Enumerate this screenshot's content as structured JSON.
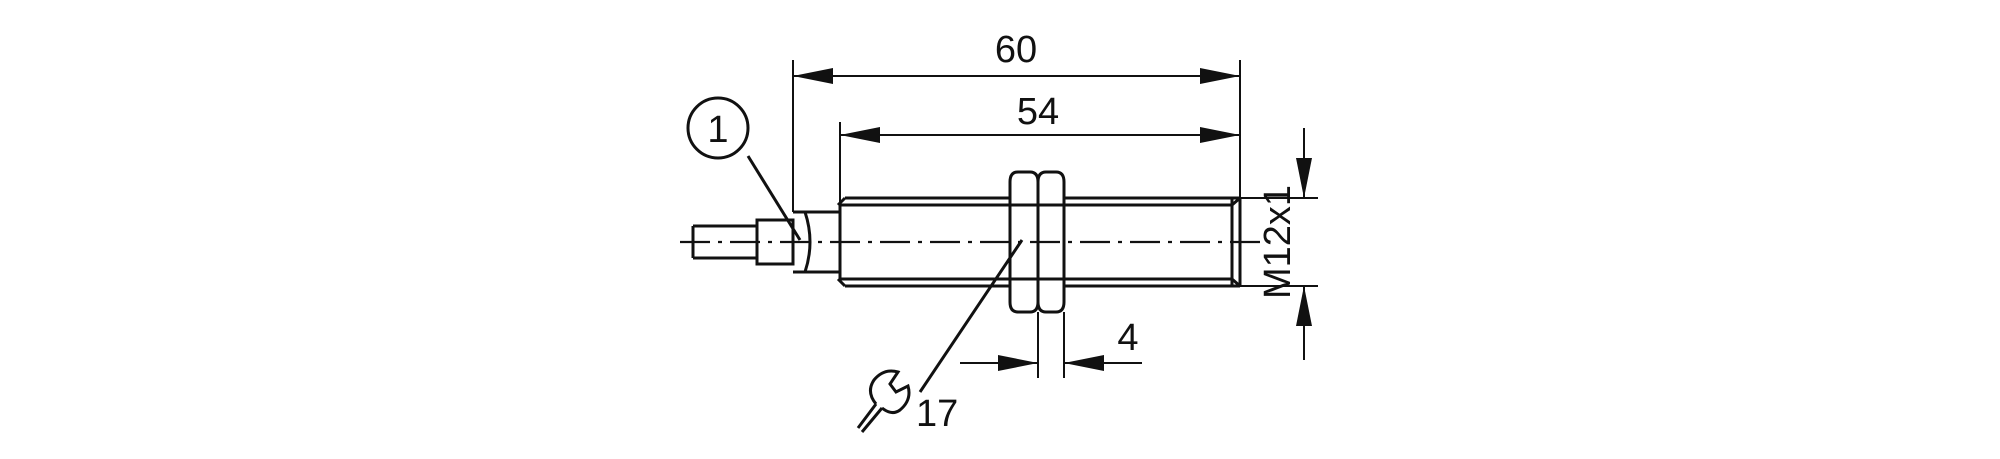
{
  "drawing": {
    "dim_overall_length": "60",
    "dim_thread_length": "54",
    "dim_thread_size": "M12x1",
    "dim_nut_thickness": "4",
    "wrench_size": "17",
    "callout_1": "1",
    "wrench_icon": "wrench-icon"
  }
}
